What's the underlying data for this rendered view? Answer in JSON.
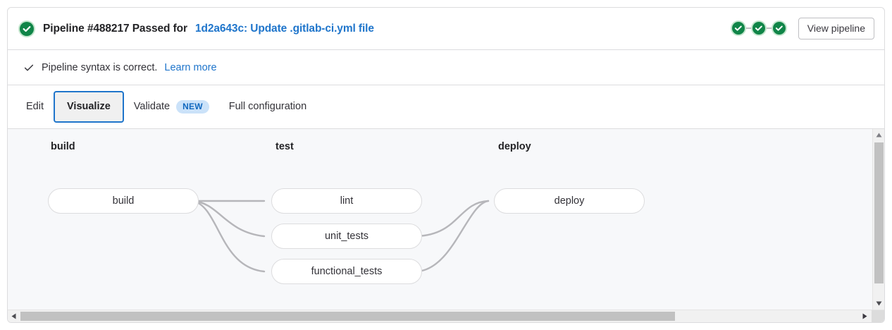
{
  "header": {
    "status_icon": "check-circle-icon",
    "title": "Pipeline #488217 Passed for",
    "commit_link": "1d2a643c: Update .gitlab-ci.yml file",
    "mini_stages": [
      {
        "name": "stage-status-build",
        "status": "passed"
      },
      {
        "name": "stage-status-test",
        "status": "passed"
      },
      {
        "name": "stage-status-deploy",
        "status": "passed"
      }
    ],
    "view_pipeline_label": "View pipeline"
  },
  "syntax_notice": {
    "icon": "check-icon",
    "message": "Pipeline syntax is correct.",
    "link_label": "Learn more"
  },
  "tabs": [
    {
      "label": "Edit",
      "active": false,
      "badge": null
    },
    {
      "label": "Visualize",
      "active": true,
      "badge": null
    },
    {
      "label": "Validate",
      "active": false,
      "badge": "NEW"
    },
    {
      "label": "Full configuration",
      "active": false,
      "badge": null
    }
  ],
  "pipeline_graph": {
    "stages": [
      {
        "name": "build",
        "jobs": [
          {
            "label": "build"
          }
        ]
      },
      {
        "name": "test",
        "jobs": [
          {
            "label": "lint"
          },
          {
            "label": "unit_tests"
          },
          {
            "label": "functional_tests"
          }
        ]
      },
      {
        "name": "deploy",
        "jobs": [
          {
            "label": "deploy"
          }
        ]
      }
    ]
  },
  "scrollbars": {
    "vertical": {
      "up_arrow": "scroll-up-arrow",
      "down_arrow": "scroll-down-arrow"
    },
    "horizontal": {
      "left_arrow": "scroll-left-arrow",
      "right_arrow": "scroll-right-arrow"
    }
  },
  "colors": {
    "success_green": "#108548",
    "success_halo": "#c3e6cd",
    "link_blue": "#1f75cb",
    "badge_bg": "#cbe2f9",
    "badge_text": "#1068bf",
    "canvas_bg": "#f7f8fa",
    "border": "#dcdcde"
  }
}
